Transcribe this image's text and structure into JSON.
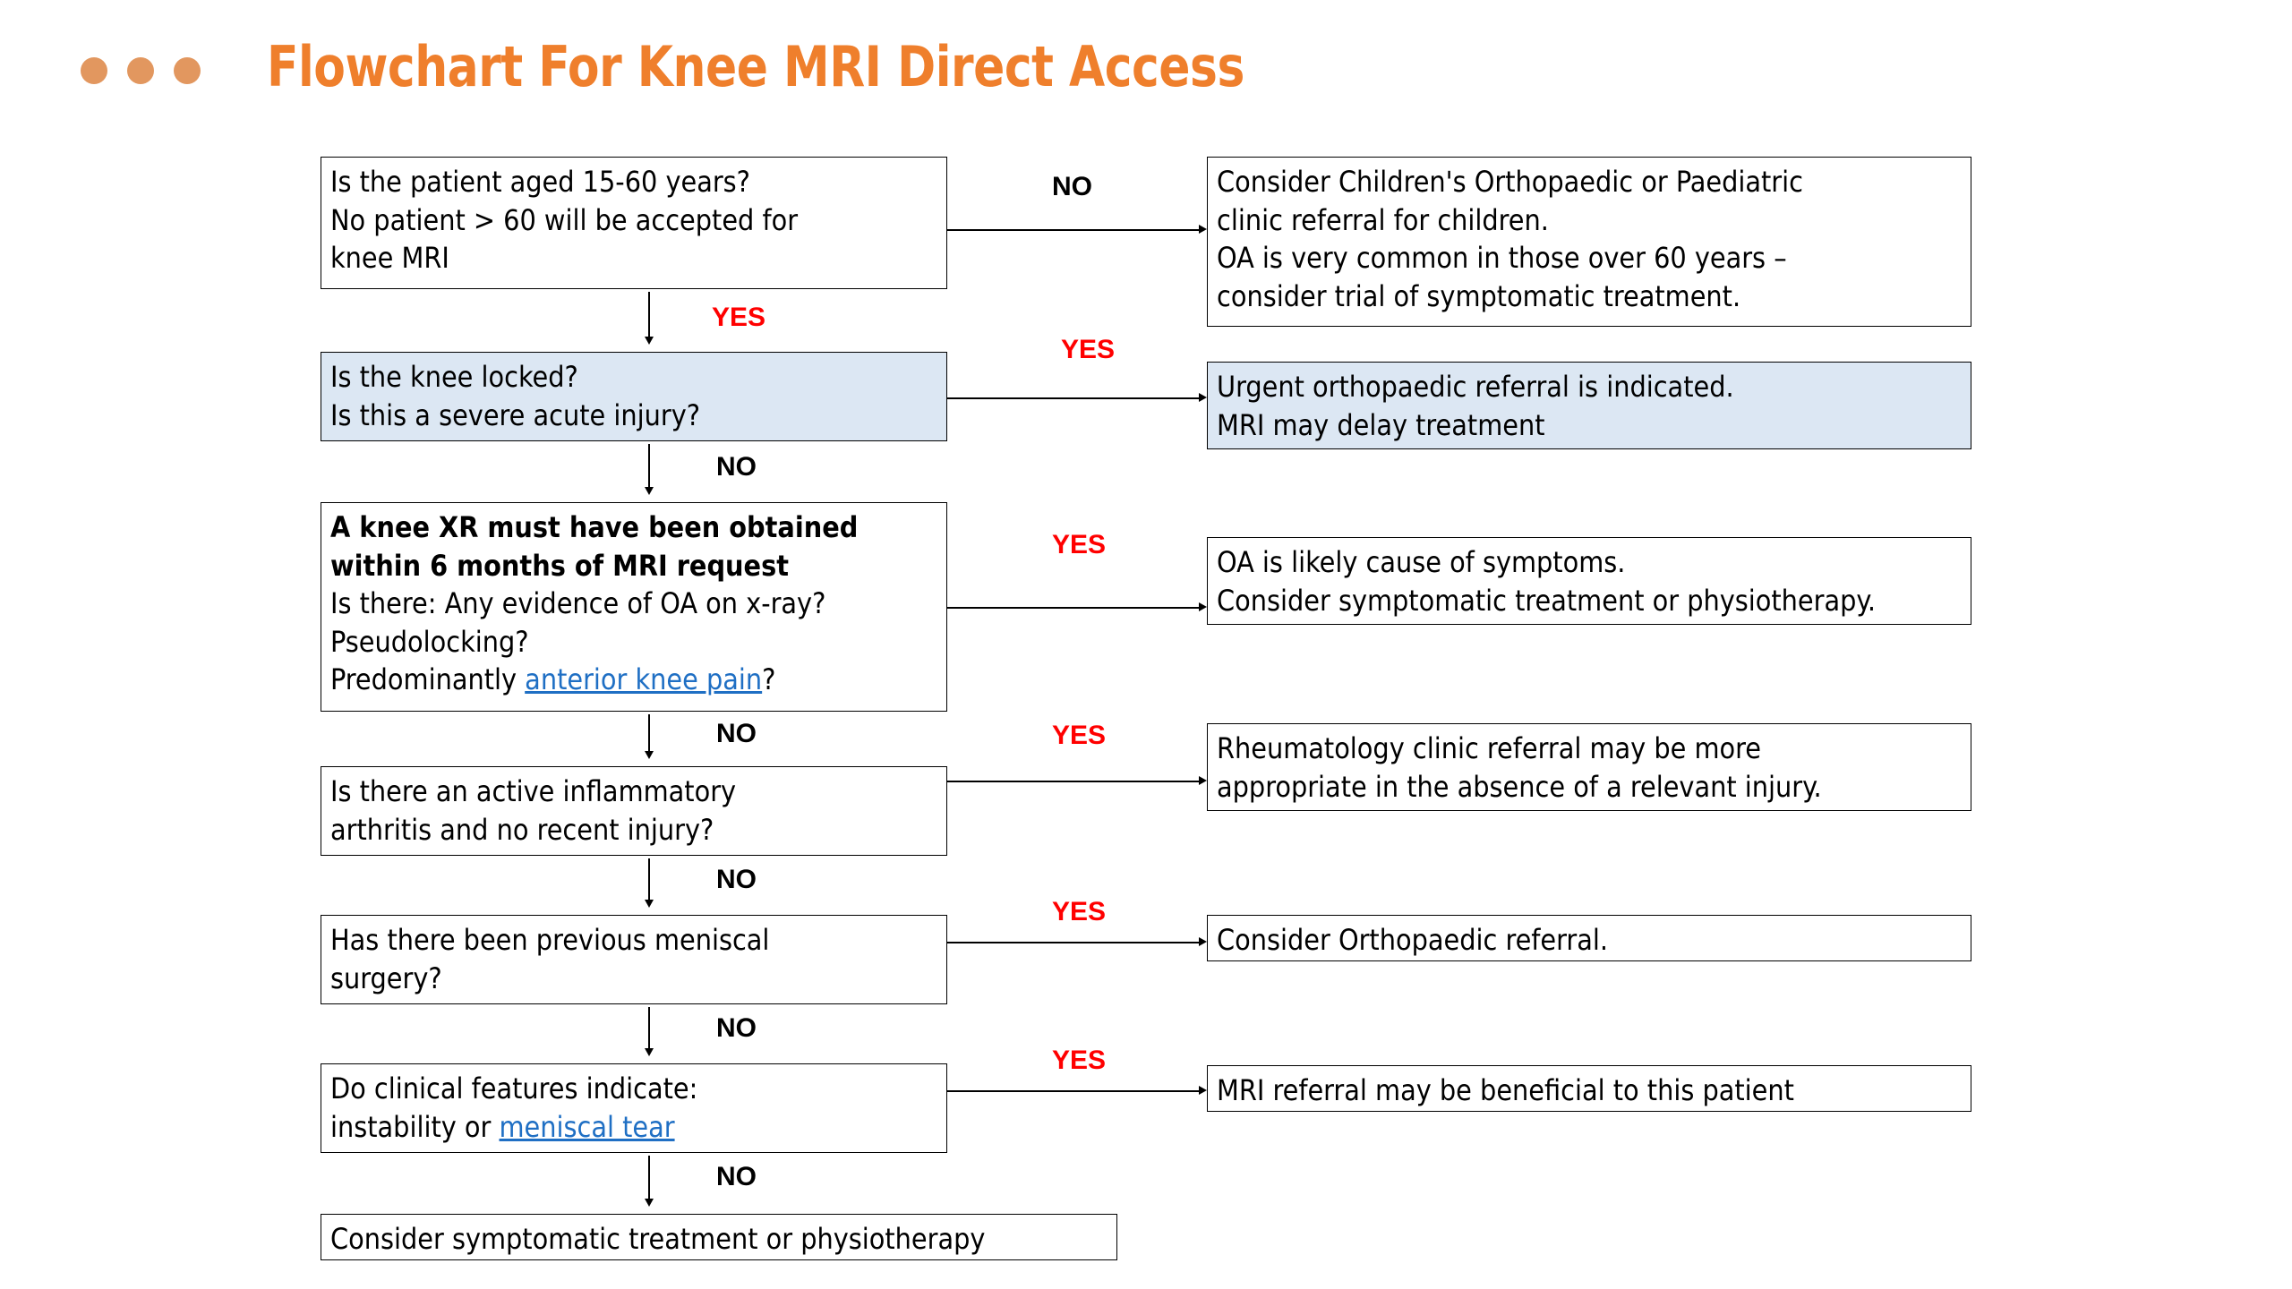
{
  "header": {
    "title": "Flowchart For Knee MRI Direct Access",
    "accent_color": "#ef7f2c",
    "dot_color": "#e2975f",
    "dots": [
      "dot-1",
      "dot-2",
      "dot-3"
    ]
  },
  "colors": {
    "highlight_box": "#dce7f3",
    "yes_label": "#ff0000",
    "no_label": "#000000",
    "link": "#1f6fc4",
    "border": "#000000"
  },
  "labels": {
    "yes": "YES",
    "no": "NO"
  },
  "left_column": [
    {
      "id": "age-check",
      "lines": [
        {
          "text": "Is the patient aged 15-60 years?",
          "bold": false
        },
        {
          "text": "No patient > 60 will be accepted for",
          "bold": false
        },
        {
          "text": "knee MRI",
          "bold": false
        }
      ]
    },
    {
      "id": "knee-locked",
      "highlight": true,
      "lines": [
        {
          "text": "Is the knee locked?",
          "bold": false
        },
        {
          "text": "Is this a severe acute injury?",
          "bold": false
        }
      ]
    },
    {
      "id": "knee-xr",
      "lines": [
        {
          "text": "A knee XR must have been obtained",
          "bold": true
        },
        {
          "text": "within 6 months of MRI request",
          "bold": true
        },
        {
          "text": "Is there: Any evidence of OA on x-ray?",
          "bold": false
        },
        {
          "text": "Pseudolocking?",
          "bold": false
        },
        {
          "text": "Predominantly ",
          "bold": false,
          "link": "anterior knee pain",
          "after": "?"
        }
      ]
    },
    {
      "id": "inflammatory-arthritis",
      "lines": [
        {
          "text": "Is there an active inflammatory",
          "bold": false
        },
        {
          "text": "arthritis and no recent injury?",
          "bold": false
        }
      ]
    },
    {
      "id": "previous-surgery",
      "lines": [
        {
          "text": "Has there been previous meniscal",
          "bold": false
        },
        {
          "text": "surgery?",
          "bold": false
        }
      ]
    },
    {
      "id": "clinical-features",
      "lines": [
        {
          "text": "Do clinical features indicate:",
          "bold": false
        },
        {
          "text": "instability or ",
          "bold": false,
          "link": "meniscal tear",
          "after": ""
        }
      ]
    },
    {
      "id": "final-outcome",
      "lines": [
        {
          "text": "Consider symptomatic treatment or physiotherapy",
          "bold": false
        }
      ]
    }
  ],
  "right_column": [
    {
      "id": "paediatric-referral",
      "branch": "NO",
      "lines": [
        {
          "text": "Consider Children's Orthopaedic or Paediatric",
          "bold": false
        },
        {
          "text": "clinic referral for children.",
          "bold": false
        },
        {
          "text": "OA is very common in those over 60 years –",
          "bold": false
        },
        {
          "text": "consider trial of symptomatic treatment.",
          "bold": false
        }
      ]
    },
    {
      "id": "urgent-orthopaedic",
      "branch": "YES",
      "highlight": true,
      "lines": [
        {
          "text": "Urgent orthopaedic referral is indicated.",
          "bold": false
        },
        {
          "text": "MRI may delay treatment",
          "bold": false
        }
      ]
    },
    {
      "id": "oa-likely",
      "branch": "YES",
      "lines": [
        {
          "text": "OA is likely cause of symptoms.",
          "bold": false
        },
        {
          "text": "Consider symptomatic treatment or physiotherapy.",
          "bold": false
        }
      ]
    },
    {
      "id": "rheumatology-referral",
      "branch": "YES",
      "lines": [
        {
          "text": "Rheumatology clinic referral may be more",
          "bold": false
        },
        {
          "text": "appropriate in the absence of a relevant injury.",
          "bold": false
        }
      ]
    },
    {
      "id": "orthopaedic-referral",
      "branch": "YES",
      "lines": [
        {
          "text": "Consider Orthopaedic referral.",
          "bold": false
        }
      ]
    },
    {
      "id": "mri-beneficial",
      "branch": "YES",
      "lines": [
        {
          "text": "MRI referral may be beneficial to this patient",
          "bold": false
        }
      ]
    }
  ],
  "vertical_branch_labels": [
    "YES",
    "NO",
    "NO",
    "NO",
    "NO",
    "NO"
  ]
}
